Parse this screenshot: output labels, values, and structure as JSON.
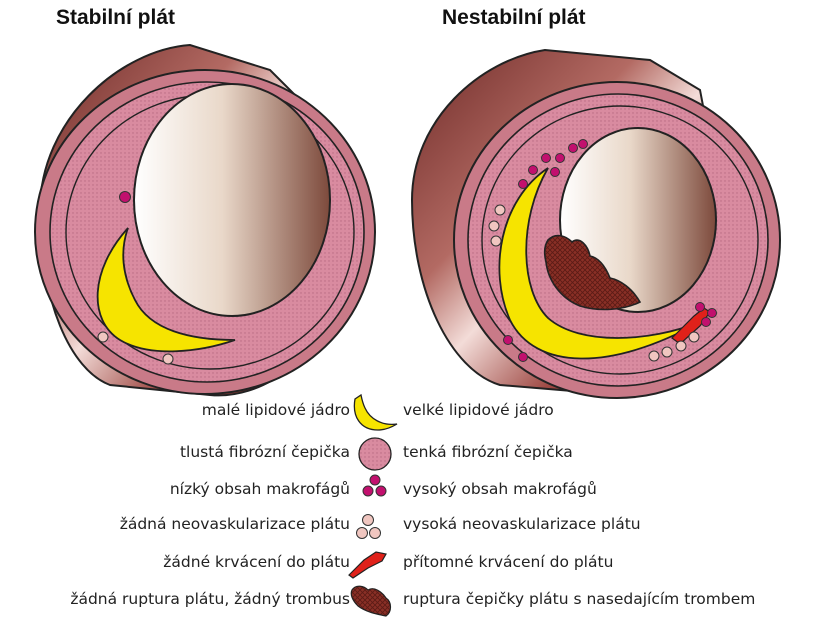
{
  "titles": {
    "stable": "Stabilní plát",
    "unstable": "Nestabilní plát"
  },
  "legend": [
    {
      "icon": "lipid-core-icon",
      "left": "malé lipidové jádro",
      "right": "velké lipidové jádro"
    },
    {
      "icon": "fibrous-cap-icon",
      "left": "tlustá fibrózní čepička",
      "right": "tenká fibrózní čepička"
    },
    {
      "icon": "macrophages-icon",
      "left": "nízký obsah makrofágů",
      "right": "vysoký obsah makrofágů"
    },
    {
      "icon": "neovascularization-icon",
      "left": "žádná neovaskularizace plátu",
      "right": "vysoká neovaskularizace plátu"
    },
    {
      "icon": "hemorrhage-icon",
      "left": "žádné krvácení do plátu",
      "right": "přítomné krvácení do plátu"
    },
    {
      "icon": "thrombus-icon",
      "left": "žádná ruptura plátu, žádný trombus",
      "right": "ruptura čepičky plátu s nasedajícím trombem"
    }
  ],
  "colors": {
    "vessel_outer": "#8e3a36",
    "vessel_inner": "#a7867a",
    "wall_pink": "#d98ba0",
    "lipid_yellow": "#f6e400",
    "macrophage": "#c2106e",
    "neovessel": "#f0c6c0",
    "hemorrhage": "#e0211a",
    "thrombus": "#7a2a22"
  }
}
